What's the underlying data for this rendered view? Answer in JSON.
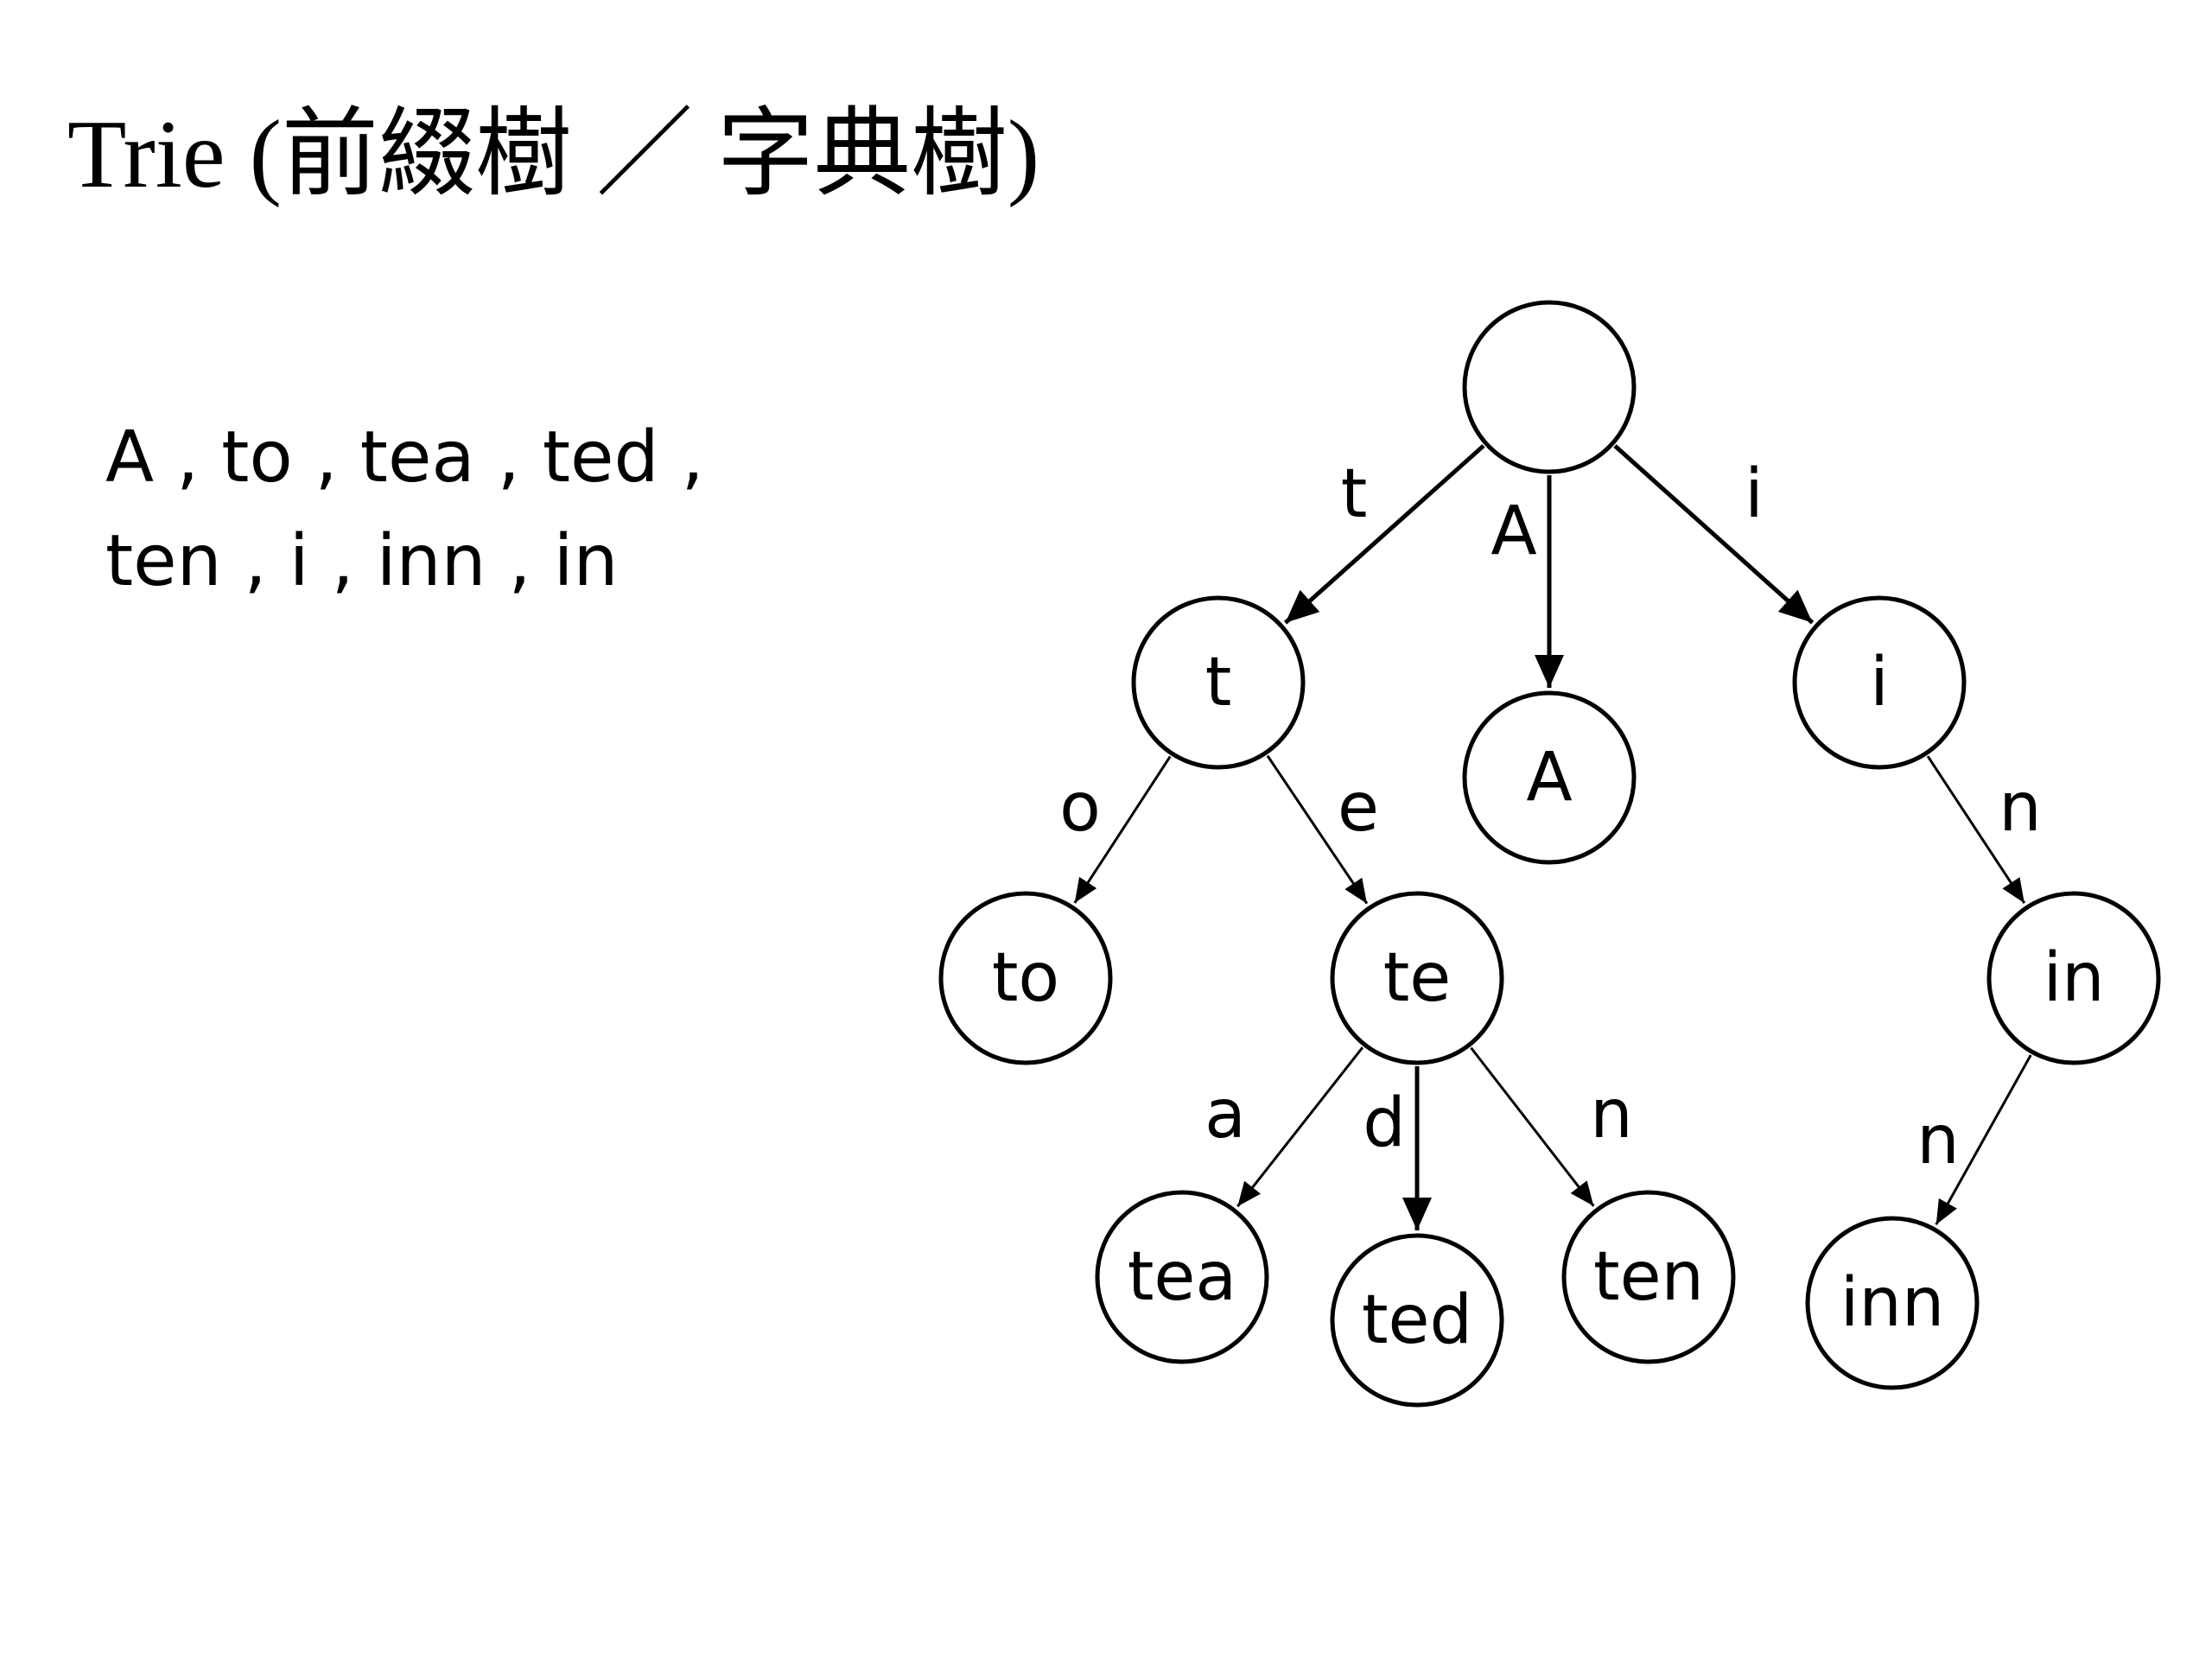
{
  "slide": {
    "title": "Trie (前綴樹 ／ 字典樹)",
    "word_list": [
      "A , to , tea , ted ,",
      "ten , i , inn , in"
    ]
  },
  "colors": {
    "stroke": "#000000",
    "node_fill": "#ffffff",
    "text": "#000000"
  },
  "trie": {
    "nodes": [
      {
        "id": "root",
        "label": ""
      },
      {
        "id": "t",
        "label": "t"
      },
      {
        "id": "A",
        "label": "A"
      },
      {
        "id": "i",
        "label": "i"
      },
      {
        "id": "to",
        "label": "to"
      },
      {
        "id": "te",
        "label": "te"
      },
      {
        "id": "in",
        "label": "in"
      },
      {
        "id": "tea",
        "label": "tea"
      },
      {
        "id": "ted",
        "label": "ted"
      },
      {
        "id": "ten",
        "label": "ten"
      },
      {
        "id": "inn",
        "label": "inn"
      }
    ],
    "edges": [
      {
        "from": "root",
        "to": "t",
        "label": "t"
      },
      {
        "from": "root",
        "to": "A",
        "label": "A"
      },
      {
        "from": "root",
        "to": "i",
        "label": "i"
      },
      {
        "from": "t",
        "to": "to",
        "label": "o"
      },
      {
        "from": "t",
        "to": "te",
        "label": "e"
      },
      {
        "from": "i",
        "to": "in",
        "label": "n"
      },
      {
        "from": "te",
        "to": "tea",
        "label": "a"
      },
      {
        "from": "te",
        "to": "ted",
        "label": "d"
      },
      {
        "from": "te",
        "to": "ten",
        "label": "n"
      },
      {
        "from": "in",
        "to": "inn",
        "label": "n"
      }
    ]
  }
}
